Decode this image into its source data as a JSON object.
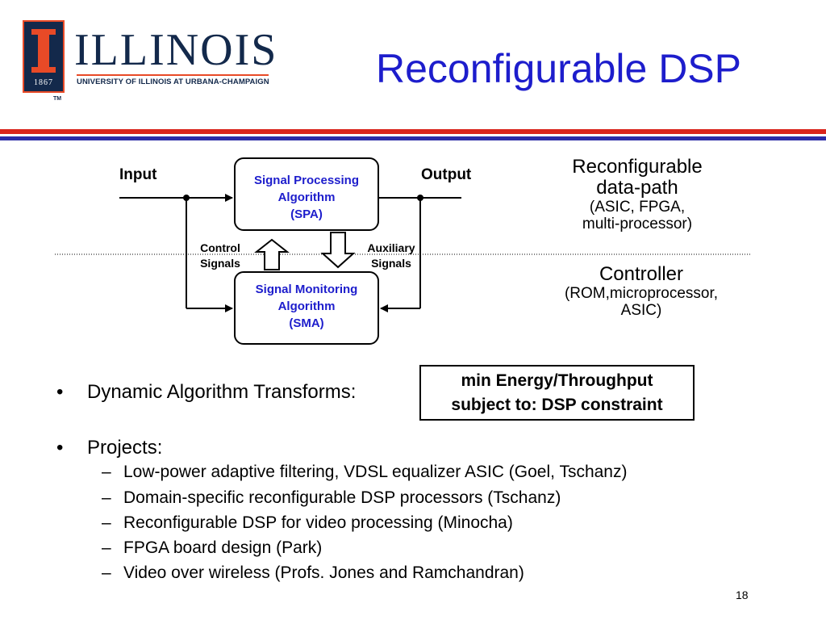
{
  "logo": {
    "wordmark": "ILLINOIS",
    "year": "1867",
    "subtitle": "UNIVERSITY OF ILLINOIS AT URBANA-CHAMPAIGN",
    "trademark": "TM"
  },
  "title": "Reconfigurable DSP",
  "colors": {
    "title": "#1d1dcc",
    "bar_red": "#d9241c",
    "bar_blue": "#2b2ba7",
    "illinois_navy": "#13294b",
    "illinois_orange": "#e84a27"
  },
  "diagram": {
    "input_label": "Input",
    "output_label": "Output",
    "spa": [
      "Signal Processing",
      "Algorithm",
      "(SPA)"
    ],
    "sma": [
      "Signal Monitoring",
      "Algorithm",
      "(SMA)"
    ],
    "control_signals": [
      "Control",
      "Signals"
    ],
    "auxiliary_signals": [
      "Auxiliary",
      "Signals"
    ],
    "datapath": {
      "heading": [
        "Reconfigurable",
        "data-path"
      ],
      "detail": [
        "(ASIC, FPGA,",
        "multi-processor)"
      ]
    },
    "controller": {
      "heading": "Controller",
      "detail": [
        "(ROM,microprocessor,",
        "ASIC)"
      ]
    }
  },
  "bullets": {
    "dynamic": "Dynamic Algorithm Transforms:",
    "constraint": [
      "min Energy/Throughput",
      "subject to: DSP constraint"
    ],
    "projects": "Projects:",
    "project_items": [
      "Low-power adaptive filtering, VDSL equalizer ASIC (Goel, Tschanz)",
      "Domain-specific reconfigurable DSP processors (Tschanz)",
      "Reconfigurable DSP for video processing (Minocha)",
      "FPGA board design (Park)",
      "Video over wireless (Profs. Jones and Ramchandran)"
    ],
    "bullet_glyph": "•",
    "dash_glyph": "–"
  },
  "page_number": "18"
}
